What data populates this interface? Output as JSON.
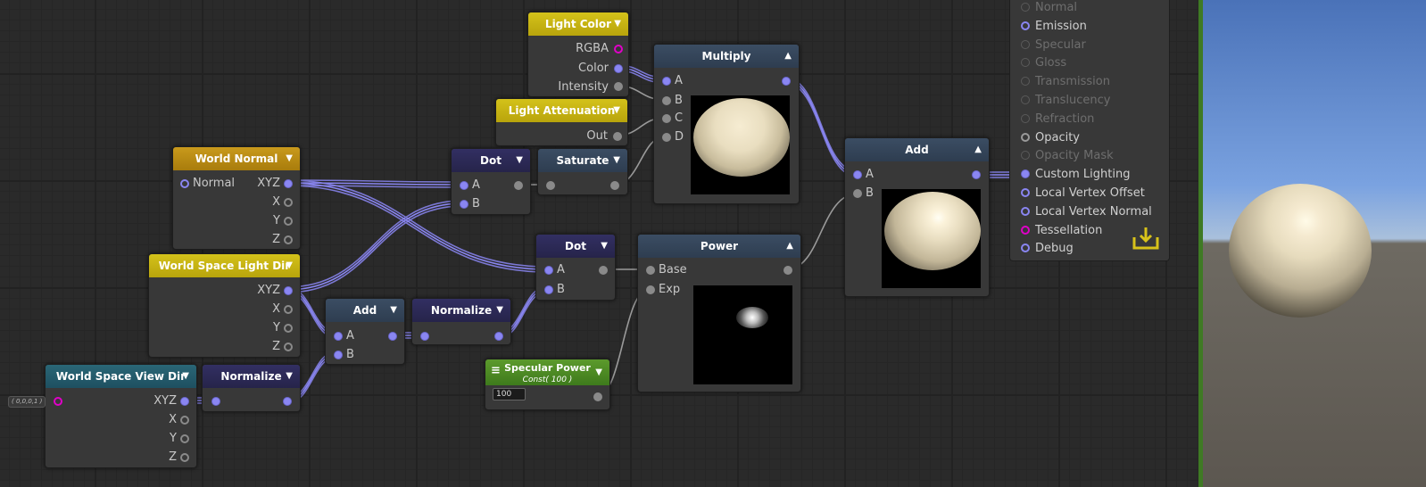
{
  "nodes": {
    "light_color": {
      "title": "Light Color",
      "ports": [
        "RGBA",
        "Color",
        "Intensity"
      ]
    },
    "light_attenuation": {
      "title": "Light Attenuation",
      "ports": [
        "Out"
      ]
    },
    "multiply": {
      "title": "Multiply",
      "inputs": [
        "A",
        "B",
        "C",
        "D"
      ]
    },
    "world_normal": {
      "title": "World Normal",
      "input": "Normal",
      "outputs": [
        "XYZ",
        "X",
        "Y",
        "Z"
      ]
    },
    "dot1": {
      "title": "Dot",
      "inputs": [
        "A",
        "B"
      ]
    },
    "saturate": {
      "title": "Saturate"
    },
    "add_out": {
      "title": "Add",
      "inputs": [
        "A",
        "B"
      ]
    },
    "world_light_dir": {
      "title": "World Space Light Dir",
      "outputs": [
        "XYZ",
        "X",
        "Y",
        "Z"
      ]
    },
    "dot2": {
      "title": "Dot",
      "inputs": [
        "A",
        "B"
      ]
    },
    "power": {
      "title": "Power",
      "inputs": [
        "Base",
        "Exp"
      ]
    },
    "add_mid": {
      "title": "Add",
      "inputs": [
        "A",
        "B"
      ]
    },
    "normalize_mid": {
      "title": "Normalize"
    },
    "view_dir": {
      "title": "World Space View Dir",
      "default_value": "( 0,0,0,1 )",
      "outputs": [
        "XYZ",
        "X",
        "Y",
        "Z"
      ]
    },
    "normalize_view": {
      "title": "Normalize"
    },
    "spec_power": {
      "title": "Specular Power",
      "subtitle": "Const( 100 )",
      "value": "100"
    }
  },
  "inspector": {
    "items": [
      {
        "label": "Normal",
        "state": "disabled"
      },
      {
        "label": "Emission",
        "state": "active"
      },
      {
        "label": "Specular",
        "state": "disabled"
      },
      {
        "label": "Gloss",
        "state": "disabled"
      },
      {
        "label": "Transmission",
        "state": "disabled"
      },
      {
        "label": "Translucency",
        "state": "disabled"
      },
      {
        "label": "Refraction",
        "state": "disabled"
      },
      {
        "label": "Opacity",
        "state": "scalar"
      },
      {
        "label": "Opacity Mask",
        "state": "disabled"
      },
      {
        "label": "Custom Lighting",
        "state": "connected"
      },
      {
        "label": "Local Vertex Offset",
        "state": "active"
      },
      {
        "label": "Local Vertex Normal",
        "state": "active"
      },
      {
        "label": "Tessellation",
        "state": "magenta"
      },
      {
        "label": "Debug",
        "state": "active"
      }
    ],
    "save_icon": "download-tray-icon"
  },
  "colors": {
    "wire_vector": "#8a86f2",
    "wire_scalar": "#8a8a8a",
    "header_yellow": "#d4c21a",
    "header_navy": "#322f62",
    "header_slate": "#3b4d63",
    "header_teal": "#2a6676",
    "header_green": "#5c9a2c",
    "viewport_divider": "#3f7a24"
  }
}
